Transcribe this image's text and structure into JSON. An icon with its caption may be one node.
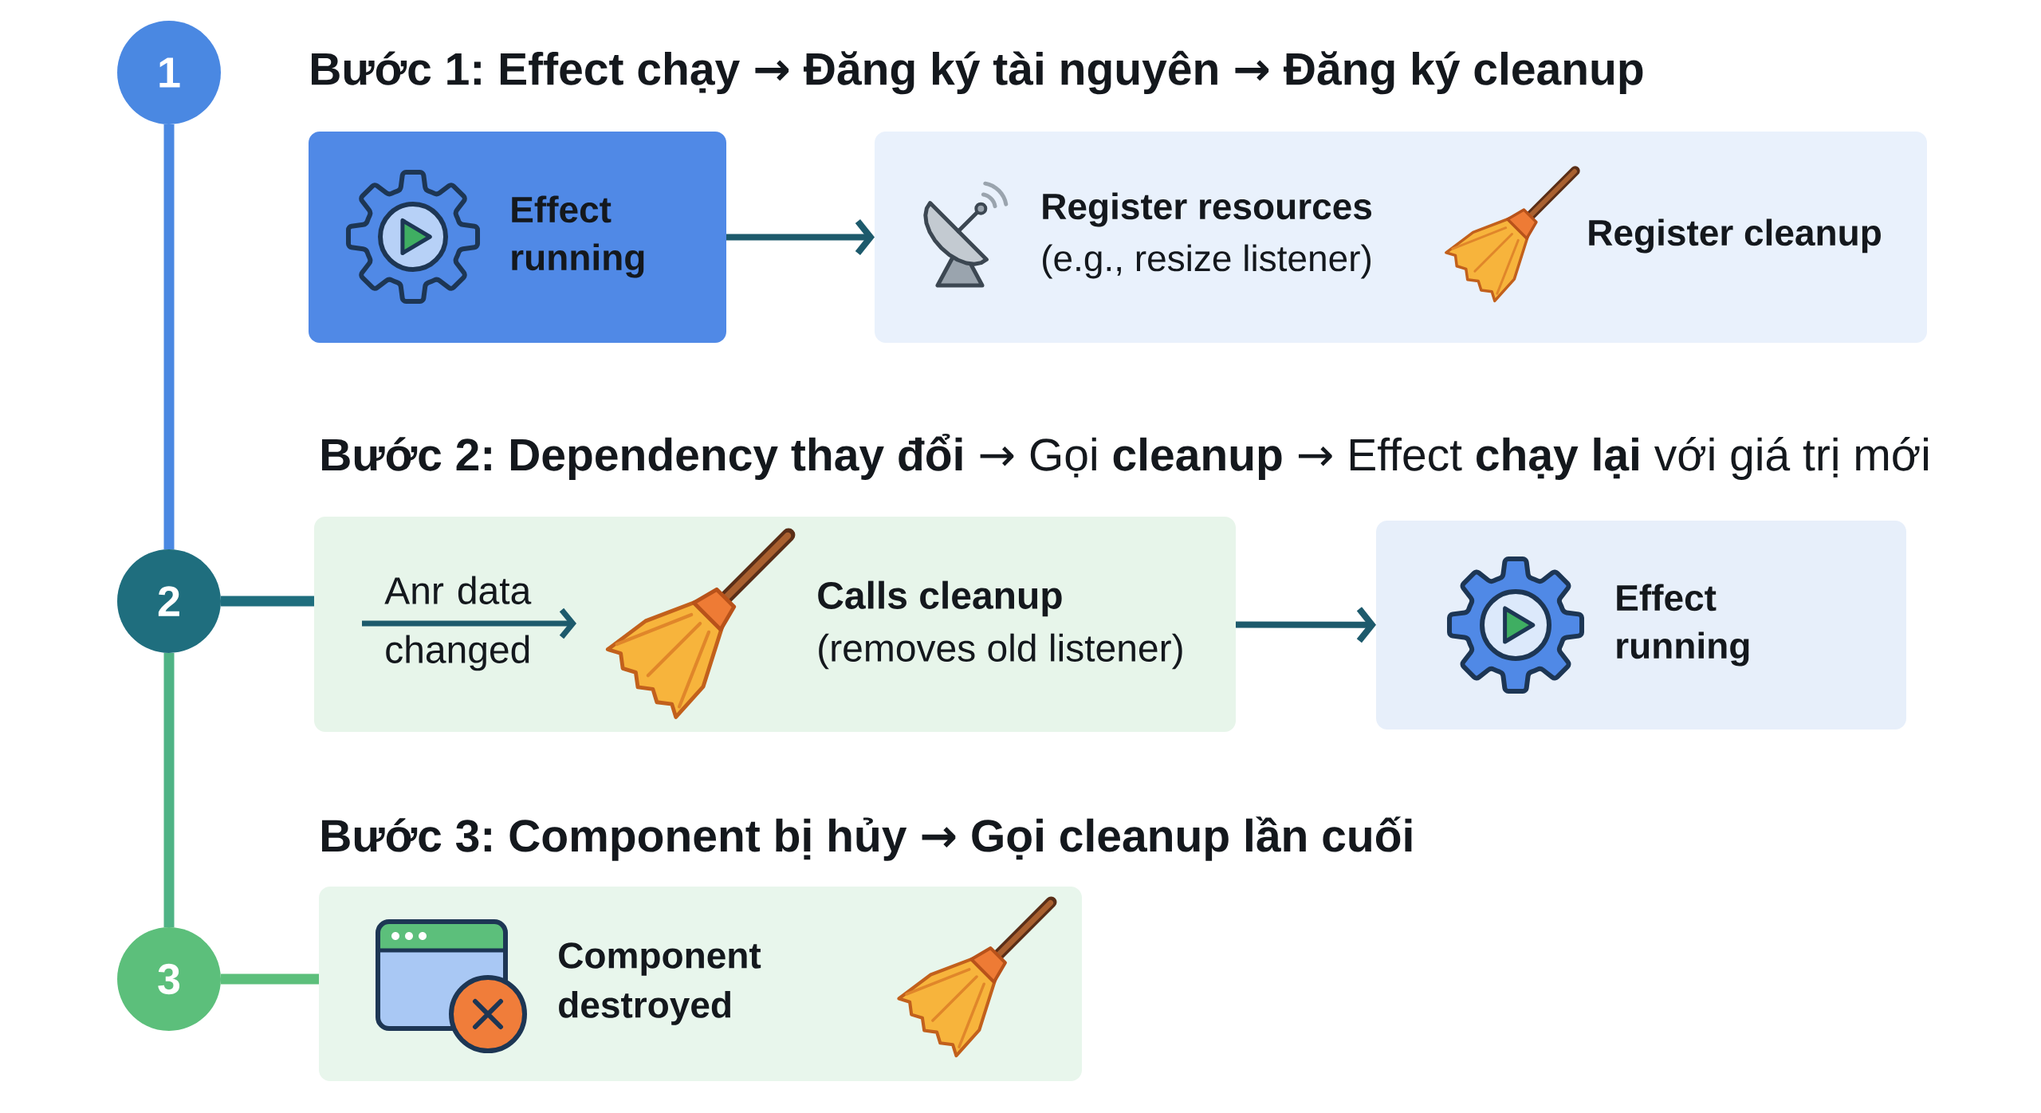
{
  "diagram": {
    "nodes": [
      {
        "text": [
          "1"
        ]
      },
      {
        "text": [
          "Effect running"
        ]
      },
      {
        "text": [
          "Register resources",
          "(e.g., resize listener)",
          "Register cleanup"
        ]
      },
      {
        "text": [
          "2"
        ]
      },
      {
        "text": [
          "Anr data changed",
          "Calls cleanup",
          "(removes old listener)"
        ]
      },
      {
        "text": [
          "Effect running"
        ]
      },
      {
        "text": [
          "3"
        ]
      },
      {
        "text": [
          "Component destroyed"
        ]
      }
    ],
    "edges": [
      {
        "from": 0,
        "to": 3,
        "arrow": "none",
        "color": "#4a88e2"
      },
      {
        "from": 1,
        "to": 2,
        "arrow": "to"
      },
      {
        "from": 3,
        "to": 4,
        "arrow": "none",
        "color": "#1f6e7e"
      },
      {
        "from": 4,
        "to": 5,
        "arrow": "to"
      },
      {
        "from": 3,
        "to": 6,
        "arrow": "none",
        "color": "#4fb385"
      },
      {
        "from": 6,
        "to": 7,
        "arrow": "none",
        "color": "#5cbf7b"
      }
    ],
    "labels": [
      "Bước 1: Effect chạy → Đăng ký tài nguyên → Đăng ký cleanup",
      "**Bước 2: Dependency thay đổi** → Gọi **cleanup** → Effect **chạy lại** với giá trị mới",
      "Bước 3: Component bị hủy → Gọi cleanup lần cuối"
    ]
  }
}
